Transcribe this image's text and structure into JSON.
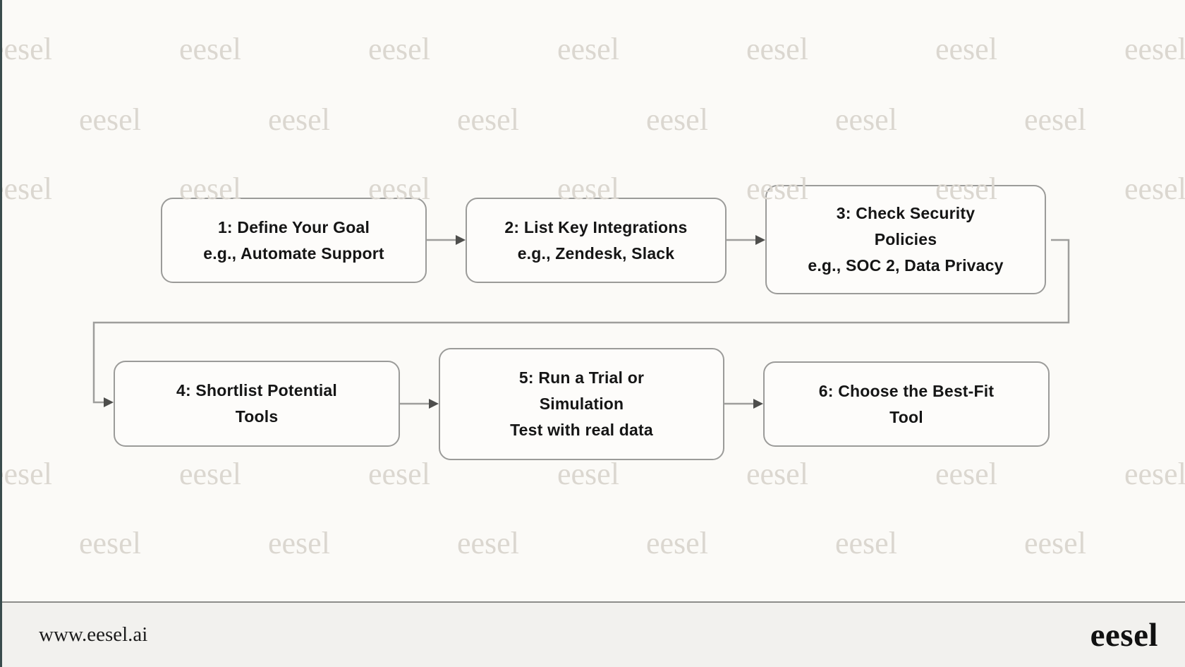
{
  "page": {
    "watermark_text": "eesel"
  },
  "flow": {
    "boxes": [
      {
        "id": "step-1",
        "lines": [
          "1: Define Your Goal",
          "e.g., Automate Support"
        ]
      },
      {
        "id": "step-2",
        "lines": [
          "2: List Key Integrations",
          "e.g., Zendesk, Slack"
        ]
      },
      {
        "id": "step-3",
        "lines": [
          "3: Check Security",
          "Policies",
          "e.g., SOC 2, Data Privacy"
        ]
      },
      {
        "id": "step-4",
        "lines": [
          "4: Shortlist Potential",
          "Tools"
        ]
      },
      {
        "id": "step-5",
        "lines": [
          "5: Run a Trial or",
          "Simulation",
          "Test with real data"
        ]
      },
      {
        "id": "step-6",
        "lines": [
          "6: Choose the Best-Fit",
          "Tool"
        ]
      }
    ],
    "edges": [
      {
        "from": "step-1",
        "to": "step-2"
      },
      {
        "from": "step-2",
        "to": "step-3"
      },
      {
        "from": "step-3",
        "to": "step-4"
      },
      {
        "from": "step-4",
        "to": "step-5"
      },
      {
        "from": "step-5",
        "to": "step-6"
      }
    ]
  },
  "footer": {
    "url": "www.eesel.ai",
    "logo": "eesel"
  },
  "colors": {
    "background": "#fbfaf7",
    "box_fill": "#fdfcfa",
    "box_border": "#9b9b99",
    "box_text": "#151515",
    "connector_line": "#9e9e9c",
    "arrowhead": "#4e4e4c",
    "watermark": "#dbd7d0",
    "footer_background": "#f2f1ee",
    "footer_divider": "#8d8d8b",
    "footer_text": "#1c1c1c",
    "left_edge": "#3a4c4d"
  }
}
